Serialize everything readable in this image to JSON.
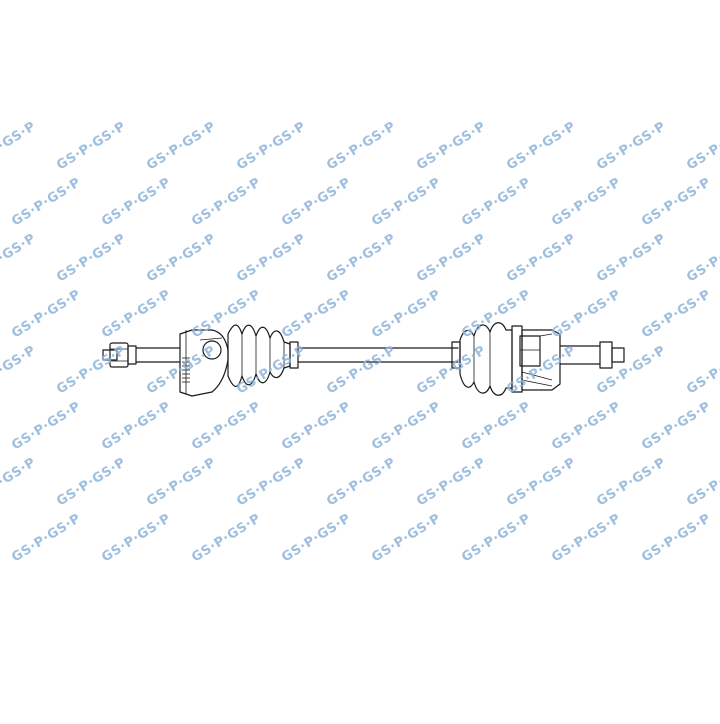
{
  "watermark": {
    "text": "GS·P·GS·P",
    "color": "#8fb4d9",
    "logo": "gsp-brand-watermark"
  },
  "drawing": {
    "subject": "drive-shaft-cv-axle",
    "line_color": "#1a1a1a",
    "background": "#ffffff"
  }
}
